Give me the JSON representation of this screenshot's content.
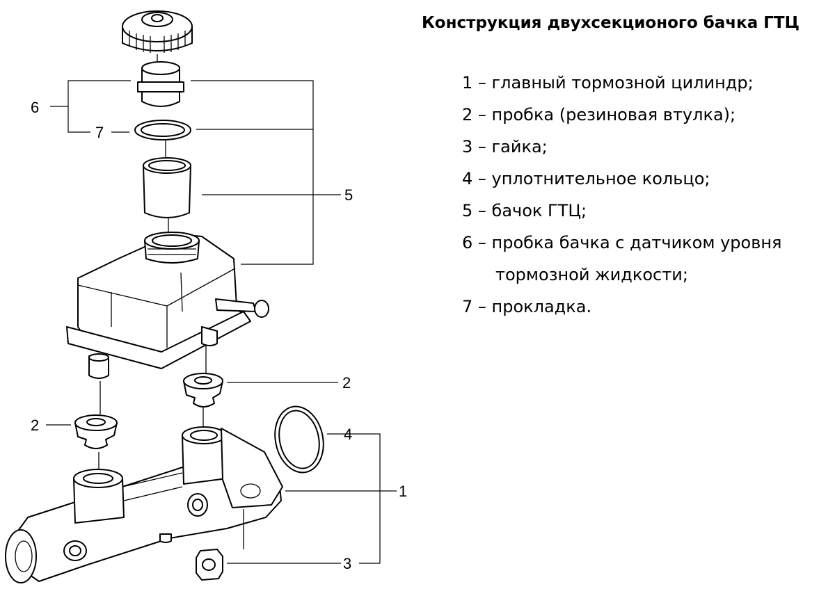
{
  "title": "Конструкция двухсекционого бачка ГТЦ",
  "legend": [
    {
      "text": "1 – главный тормозной цилиндр;"
    },
    {
      "text": "2 – пробка (резиновая втулка);"
    },
    {
      "text": "3 – гайка;"
    },
    {
      "text": "4 – уплотнительное кольцо;"
    },
    {
      "text": "5 – бачок ГТЦ;"
    },
    {
      "text": "6 – пробка бачка с датчиком уровня"
    },
    {
      "text": "тормозной жидкости;",
      "continuation": true
    },
    {
      "text": "7 – прокладка."
    }
  ],
  "callouts": {
    "n1": "1",
    "n2a": "2",
    "n2b": "2",
    "n3": "3",
    "n4": "4",
    "n5": "5",
    "n6": "6",
    "n7": "7"
  }
}
